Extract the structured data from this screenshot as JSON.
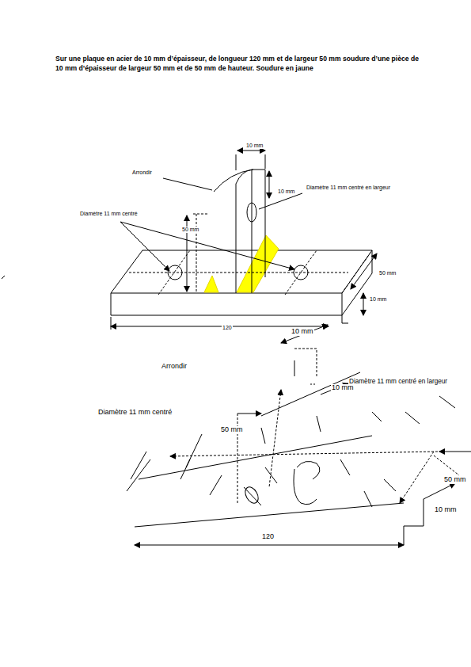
{
  "diagram": {
    "title": "Sur une plaque en acier de 10 mm d’épaisseur, de longueur 120 mm et de largeur 50 mm soudure d’une pièce de 10 mm d’épaisseur de largeur 50 mm et de 50 mm de hauteur. Soudure en jaune",
    "labels": [
      "10 mm",
      "Arrondir",
      "10 mm",
      "Diamètre 11 mm centré en largeur",
      "Diamètre 11 mm centré",
      "50 mm",
      "50 mm",
      "10 mm",
      "120",
      "10 mm",
      "Arrondir",
      "10 mm",
      "Diamètre 11 mm centré en largeur",
      "Diamètre 11 mm centré",
      "50 mm",
      "50 mm",
      "10 mm",
      "120"
    ]
  }
}
